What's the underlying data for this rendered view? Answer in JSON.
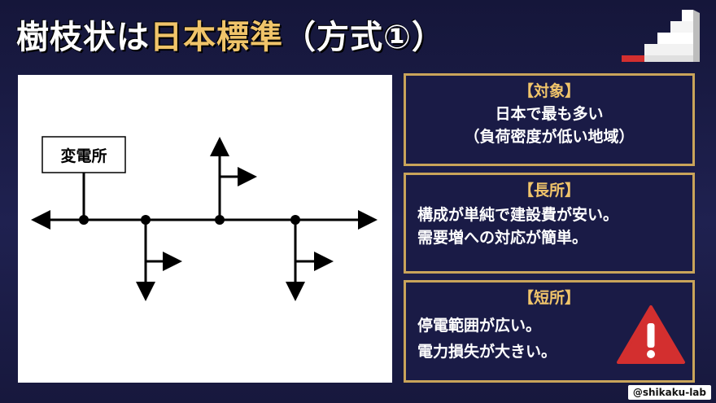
{
  "title": {
    "part1": "樹枝状",
    "part2": "は",
    "part3": "日本標準",
    "part4": "（方式①）"
  },
  "diagram": {
    "substation_label": "変電所"
  },
  "cards": {
    "target": {
      "heading": "【対象】",
      "line1": "日本で最も多い",
      "line2": "（負荷密度が低い地域）"
    },
    "pros": {
      "heading": "【長所】",
      "line1": "構成が単純で建設費が安い。",
      "line2": "需要増への対応が簡単。"
    },
    "cons": {
      "heading": "【短所】",
      "line1": "停電範囲が広い。",
      "line2": "電力損失が大きい。"
    }
  },
  "credit": "@shikaku-lab",
  "icons": {
    "stairs": "stairs-icon",
    "warning": "warning-icon"
  },
  "colors": {
    "background": "#1f2150",
    "accent_gold": "#f0c46a",
    "card_border": "#c9a45a",
    "warning_red": "#d32f2f"
  }
}
